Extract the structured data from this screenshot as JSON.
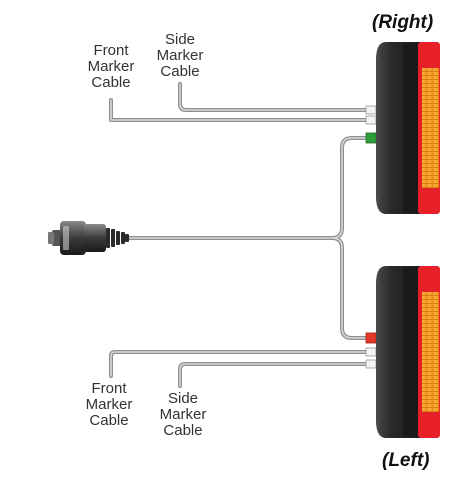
{
  "titles": {
    "right": "(Right)",
    "left": "(Left)"
  },
  "right_lamp": {
    "front_marker": [
      "Front",
      "Marker",
      "Cable"
    ],
    "side_marker": [
      "Side",
      "Marker",
      "Cable"
    ]
  },
  "left_lamp": {
    "front_marker": [
      "Front",
      "Marker",
      "Cable"
    ],
    "side_marker": [
      "Side",
      "Marker",
      "Cable"
    ]
  },
  "colors": {
    "lamp_amber": "#f5a21e",
    "lamp_red": "#e8202a",
    "lamp_body": "#2b2b2b",
    "cable": "#9a9a9a",
    "connector_green": "#2e9e3b",
    "connector_red": "#e53a2a",
    "connector_white": "#f2f2f2"
  }
}
